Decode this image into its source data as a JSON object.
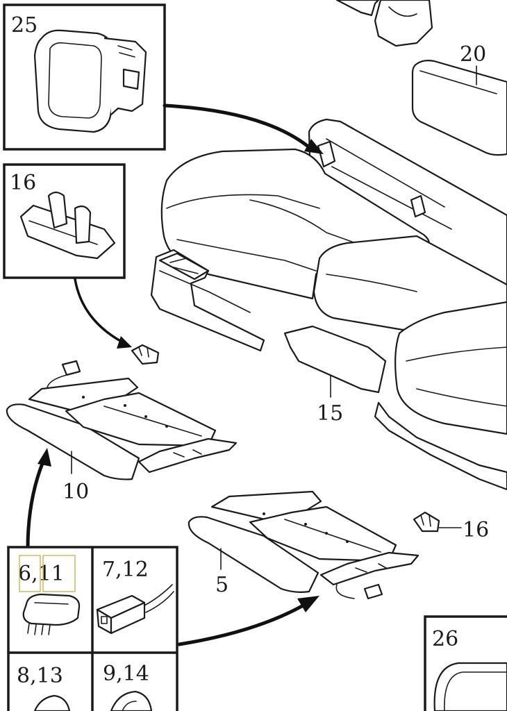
{
  "diagram": {
    "labels": {
      "p25": "25",
      "p20": "20",
      "p16_box": "16",
      "p15": "15",
      "p10": "10",
      "p5": "5",
      "p16_side": "16",
      "p6_11": "6,11",
      "p7_12": "7,12",
      "p8_13": "8,13",
      "p9_14": "9,14",
      "p26": "26"
    }
  }
}
